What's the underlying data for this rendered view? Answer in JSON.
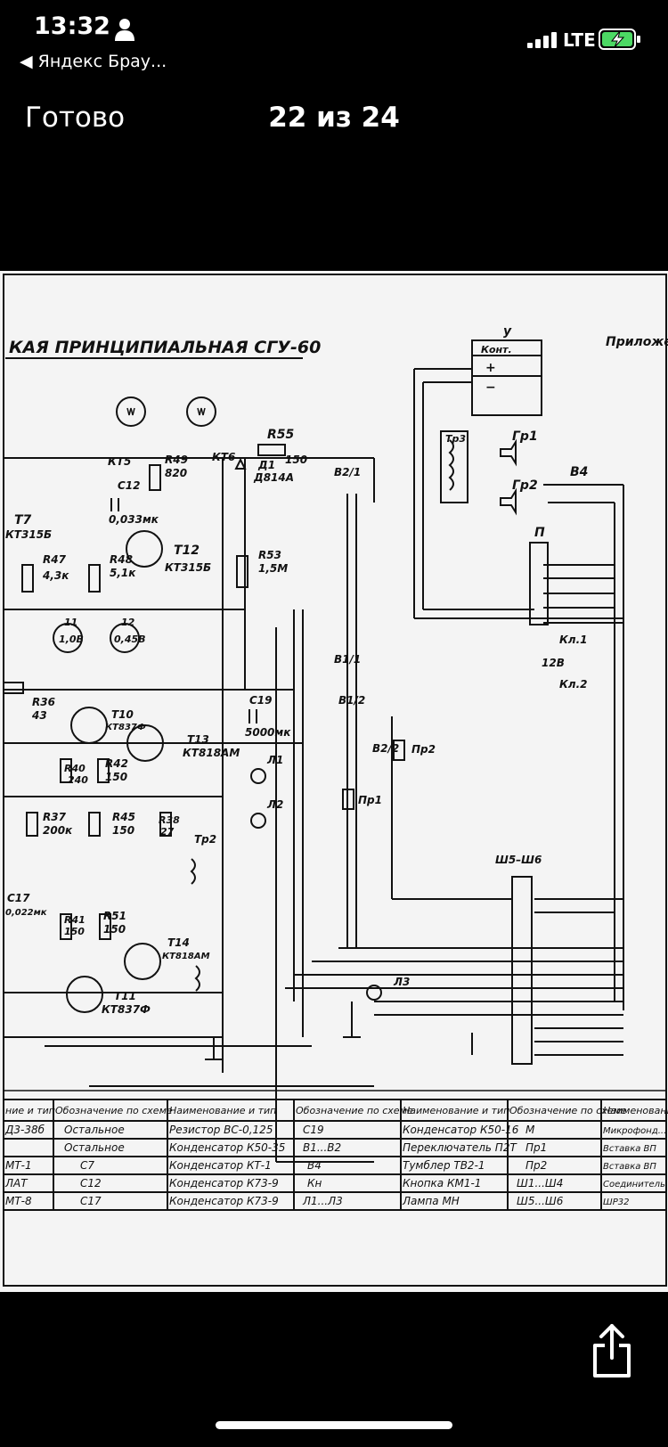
{
  "status_bar": {
    "time": "13:32",
    "back_app": "◀ Яндекс Брау...",
    "network": "LTE"
  },
  "nav": {
    "done_label": "Готово",
    "counter": "22 из 24"
  },
  "document": {
    "title": "КАЯ ПРИНЦИПИАЛЬНАЯ СГУ-60",
    "appendix": "Приложен",
    "labels": {
      "y": "у",
      "kont": "Конт.",
      "plus": "+",
      "minus": "−",
      "gr1": "Гр1",
      "gr2": "Гр2",
      "tr3": "Тр3",
      "v4": "В4",
      "p": "П",
      "r55": "R55",
      "r55v": "150",
      "d1": "Д1",
      "d1t": "Д814А",
      "kt5": "КТ5",
      "kt6": "КТ6",
      "r49": "R49",
      "r49v": "820",
      "c12": "С12",
      "c12v": "0,033мк",
      "t7": "Т7",
      "t7t": "КТ315Б",
      "r47": "R47",
      "r47v": "4,3к",
      "r48": "R48",
      "r48v": "5,1к",
      "t12": "Т12",
      "t12t": "КТ315Б",
      "r53": "R53",
      "r53v": "1,5М",
      "b2": "В2/1",
      "b1": "В1/1",
      "b12": "В1/2",
      "b22": "В2/2",
      "v11": "11",
      "v108": "1,0В",
      "v12": "12",
      "v045": "0,45В",
      "r36": "R36",
      "r36v": "43",
      "t10": "Т10",
      "t10t": "КТ837Ф",
      "t13": "Т13",
      "t13t": "КТ818АМ",
      "c19": "С19",
      "c19v": "5000мк",
      "r40": "R40",
      "r40v": "240",
      "r42": "R42",
      "r42v": "150",
      "l1": "Л1",
      "l2": "Л2",
      "pr1": "Пр1",
      "pr2": "Пр2",
      "r37": "R37",
      "r37v": "200к",
      "r45": "R45",
      "r45v": "150",
      "r38": "R38",
      "r38v": "27",
      "tr2": "Тр2",
      "c17": "С17",
      "c17v": "0,022мк",
      "r41": "R41",
      "r41v": "150",
      "r51": "R51",
      "r51v": "150",
      "t14": "Т14",
      "t14t": "КТ818АМ",
      "t11": "Т11",
      "t11t": "КТ837Ф",
      "l3": "Л3",
      "sh": "Ш5–Ш6",
      "kl1": "Кл.1",
      "kl2": "Кл.2",
      "v12v": "12В"
    },
    "table": {
      "headers": [
        "ние и тип",
        "Обозначение по схеме",
        "Наименование и тип",
        "Обозначение по схеме",
        "Наименование и тип",
        "Обозначение по схеме",
        "Наименование"
      ],
      "rows": [
        [
          "Д3-38б",
          "Остальное",
          "Резистор ВС-0,125",
          "С19",
          "Конденсатор К50-16",
          "М",
          "Микрофонд..."
        ],
        [
          "",
          "Остальное",
          "Конденсатор К50-35",
          "В1...В2",
          "Переключатель П2Т",
          "Пр1",
          "Вставка ВП"
        ],
        [
          "МТ-1",
          "С7",
          "Конденсатор КТ-1",
          "В4",
          "Тумблер ТВ2-1",
          "Пр2",
          "Вставка ВП"
        ],
        [
          "ЛАТ",
          "С12",
          "Конденсатор К73-9",
          "Кн",
          "Кнопка КМ1-1",
          "Ш1...Ш4",
          "Соединитель"
        ],
        [
          "МТ-8",
          "С17",
          "Конденсатор К73-9",
          "Л1...Л3",
          "Лампа МН",
          "Ш5...Ш6",
          "ШР32"
        ]
      ]
    }
  }
}
